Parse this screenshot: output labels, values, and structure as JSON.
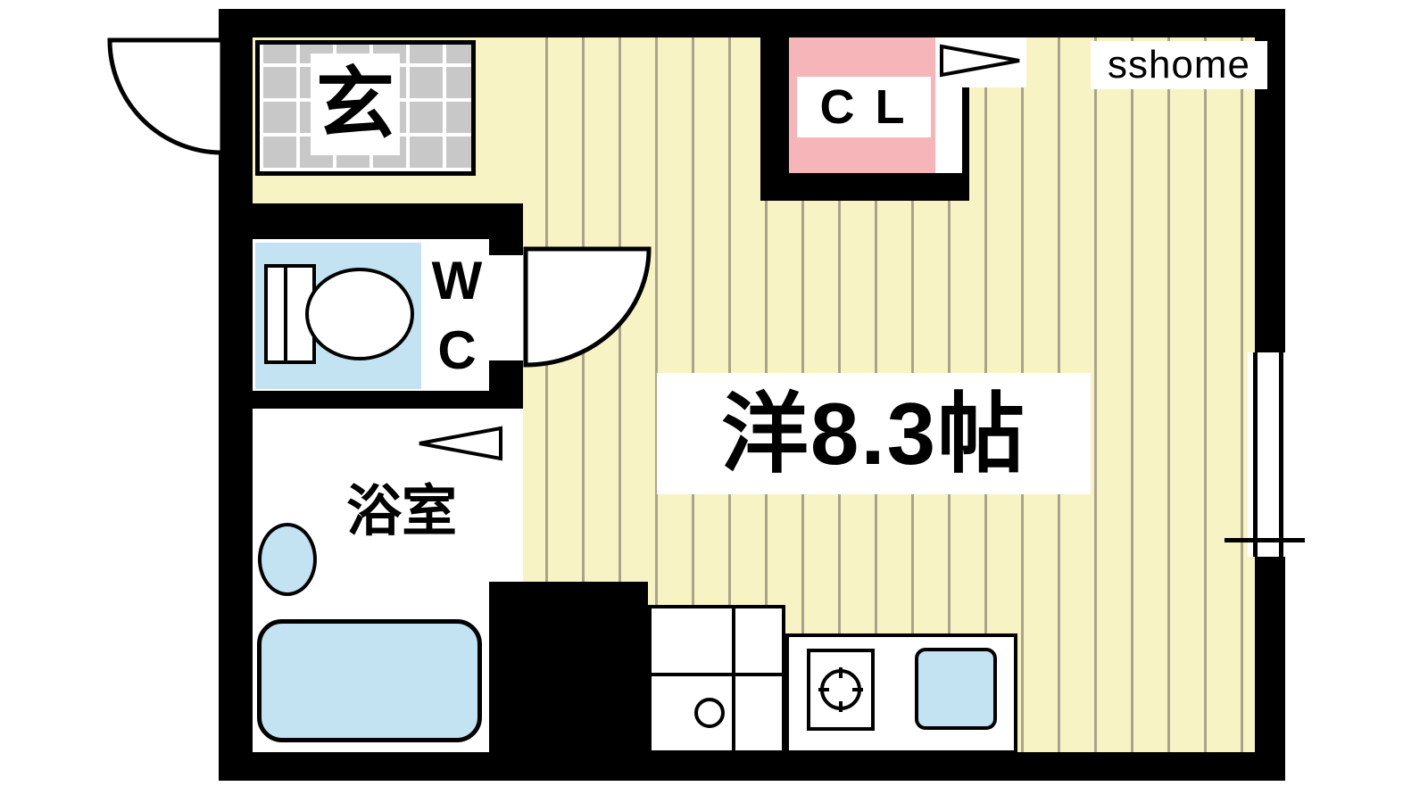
{
  "watermark": "sshome",
  "rooms": {
    "entrance": {
      "label": "玄"
    },
    "closet": {
      "label": "C L"
    },
    "wc": {
      "line1": "W",
      "line2": "C"
    },
    "bathroom": {
      "label": "浴室"
    },
    "main": {
      "label": "洋8.3帖"
    }
  },
  "colors": {
    "wall": "#000000",
    "floor": "#f8f3c4",
    "stripe": "#a9a489",
    "tile": "#c8c8c8",
    "tile-line": "#ffffff",
    "closet": "#f6b5b9",
    "fixture": "#c3e2f2",
    "paper": "#ffffff"
  }
}
